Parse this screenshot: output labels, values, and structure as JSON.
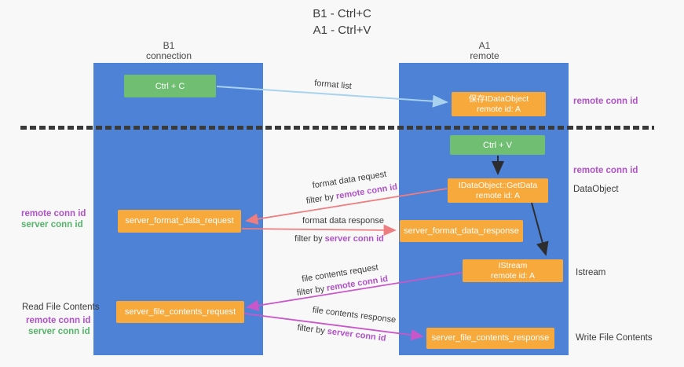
{
  "title": {
    "line1": "B1 - Ctrl+C",
    "line2": "A1 - Ctrl+V"
  },
  "lifelines": {
    "left": {
      "name": "B1",
      "subtitle": "connection"
    },
    "right": {
      "name": "A1",
      "subtitle": "remote"
    }
  },
  "boxes": {
    "ctrl_c": "Ctrl + C",
    "ctrl_v": "Ctrl + V",
    "save_dataobject_line1": "保存IDataObject",
    "save_dataobject_line2": "remote id: A",
    "getdata_line1": "IDataObject::GetData",
    "getdata_line2": "remote id: A",
    "istream_line1": "IStream",
    "istream_line2": "remote id: A",
    "server_format_data_request": "server_format_data_request",
    "server_format_data_response": "server_format_data_response",
    "server_file_contents_request": "server_file_contents_request",
    "server_file_contents_response": "server_file_contents_response"
  },
  "labels": {
    "format_list": "format list",
    "format_data_request": "format data request",
    "format_data_response": "format data response",
    "file_contents_request": "file contents request",
    "file_contents_response": "file contents response",
    "filter_by": "filter by ",
    "remote_conn_id": "remote conn id",
    "server_conn_id": "server conn id",
    "dataobject": "DataObject",
    "istream": "Istream",
    "read_file_contents": "Read File Contents",
    "write_file_contents": "Write File Contents"
  },
  "colors": {
    "lifeline_blue": "#4d82d6",
    "green_box": "#70be72",
    "orange_box": "#f7a93c",
    "purple_text": "#b052c7",
    "green_text": "#55b36a",
    "salmon_arrow": "#ed7d7f",
    "magenta_arrow": "#c957c9",
    "lightblue_arrow": "#a8d2ee",
    "black_arrow": "#2d2d2d",
    "background": "#f8f8f8"
  }
}
